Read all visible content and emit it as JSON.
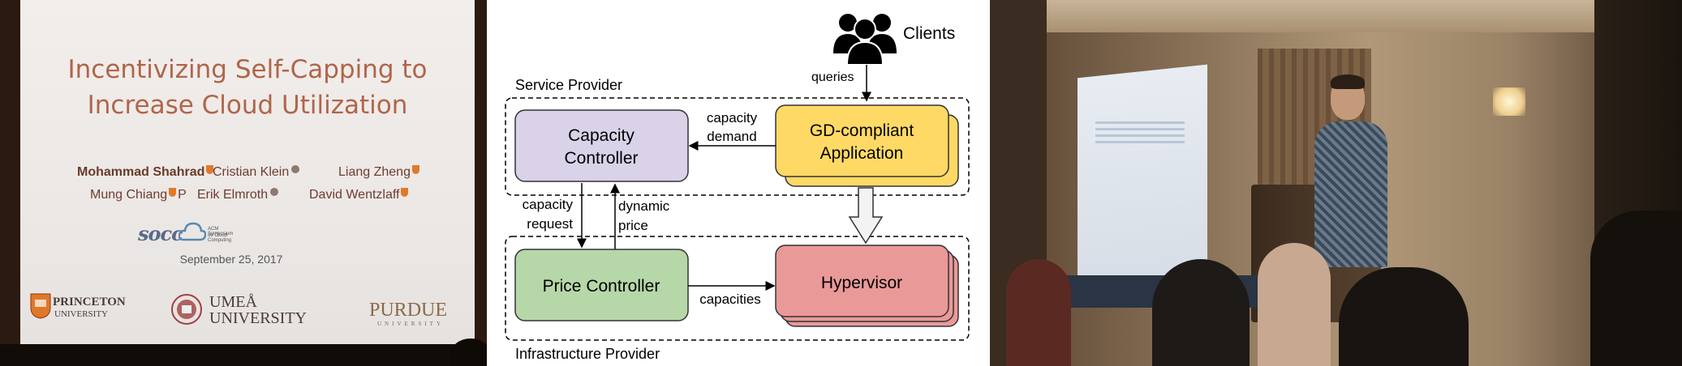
{
  "slide": {
    "title_line1": "Incentivizing Self-Capping to",
    "title_line2": "Increase Cloud Utilization",
    "authors_row1": [
      "Mohammad Shahrad",
      "Cristian Klein",
      "Liang Zheng"
    ],
    "authors_row2": [
      "Mung Chiang",
      "Erik Elmroth",
      "David Wentzlaff"
    ],
    "conf_logo": "socc",
    "conf_sub1": "ACM Symposium",
    "conf_sub2": "on Cloud Computing",
    "date": "September 25, 2017",
    "logos": {
      "princeton_1": "PRINCETON",
      "princeton_2": "UNIVERSITY",
      "umea_1": "UMEÅ",
      "umea_2": "UNIVERSITY",
      "purdue_1": "PURDUE",
      "purdue_2": "UNIVERSITY"
    }
  },
  "diagram": {
    "clients": "Clients",
    "queries": "queries",
    "service_provider": "Service Provider",
    "infrastructure_provider": "Infrastructure Provider",
    "capacity_controller_1": "Capacity",
    "capacity_controller_2": "Controller",
    "gd_app_1": "GD-compliant",
    "gd_app_2": "Application",
    "capacity_demand_1": "capacity",
    "capacity_demand_2": "demand",
    "capacity_request_1": "capacity",
    "capacity_request_2": "request",
    "dynamic_price_1": "dynamic",
    "dynamic_price_2": "price",
    "price_controller": "Price Controller",
    "capacities": "capacities",
    "hypervisor": "Hypervisor",
    "colors": {
      "capacity_controller": "#d9d2e9",
      "gd_app": "#ffd966",
      "price_controller": "#b6d7a8",
      "hypervisor": "#ea9999"
    }
  }
}
